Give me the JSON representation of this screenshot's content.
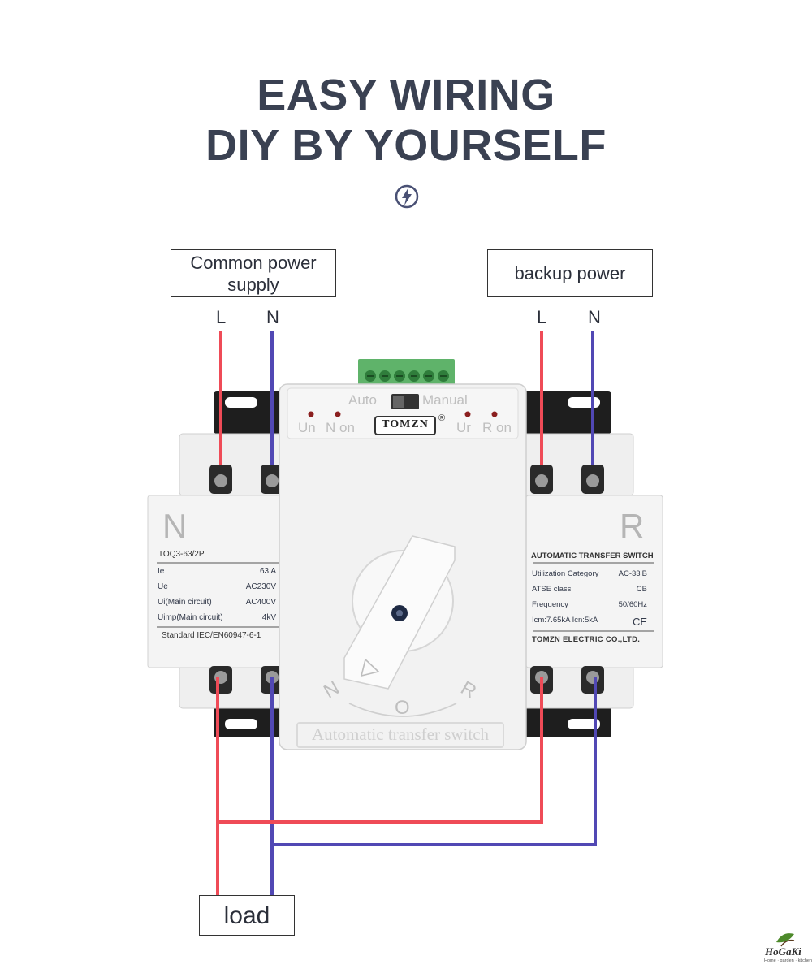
{
  "headline": {
    "line1": "EASY WIRING",
    "line2": "DIY BY YOURSELF"
  },
  "icons": {
    "top": "lightning-bolt-icon"
  },
  "labels": {
    "common": "Common power\nsupply",
    "backup": "backup power",
    "load": "load"
  },
  "wire_letters": {
    "common_l": "L",
    "common_n": "N",
    "backup_l": "L",
    "backup_n": "N"
  },
  "colors": {
    "live_wire": "#ef4b57",
    "neutral_wire": "#5148b4",
    "headline": "#3a4152"
  },
  "device": {
    "brand": "TOMZN",
    "registered": "®",
    "mode_auto": "Auto",
    "mode_manual": "Manual",
    "ind_un": "Un",
    "ind_non": "N on",
    "ind_ur": "Ur",
    "ind_ron": "R on",
    "side_left": "N",
    "side_right": "R",
    "model": "TOQ3-63/2P",
    "left_specs": [
      {
        "k": "Ie",
        "v": "63 A"
      },
      {
        "k": "Ue",
        "v": "AC230V"
      },
      {
        "k": "Ui(Main circuit)",
        "v": "AC400V"
      },
      {
        "k": "Uimp(Main circuit)",
        "v": "4kV"
      }
    ],
    "standard": "Standard IEC/EN60947-6-1",
    "right_title": "AUTOMATIC TRANSFER SWITCH",
    "right_specs": [
      {
        "k": "Utilization Category",
        "v": "AC-33iB"
      },
      {
        "k": "ATSE class",
        "v": "CB"
      },
      {
        "k": "Frequency",
        "v": "50/60Hz"
      },
      {
        "k": "Icm:7.65kA Icn:5kA",
        "v": "CE"
      }
    ],
    "company": "TOMZN ELECTRIC CO.,LTD.",
    "pos_n": "N",
    "pos_o": "O",
    "pos_r": "R",
    "bottom_text": "Automatic transfer switch"
  },
  "watermark": {
    "brand": "HoGaKi",
    "tagline": "Home · garden · kitchen"
  }
}
